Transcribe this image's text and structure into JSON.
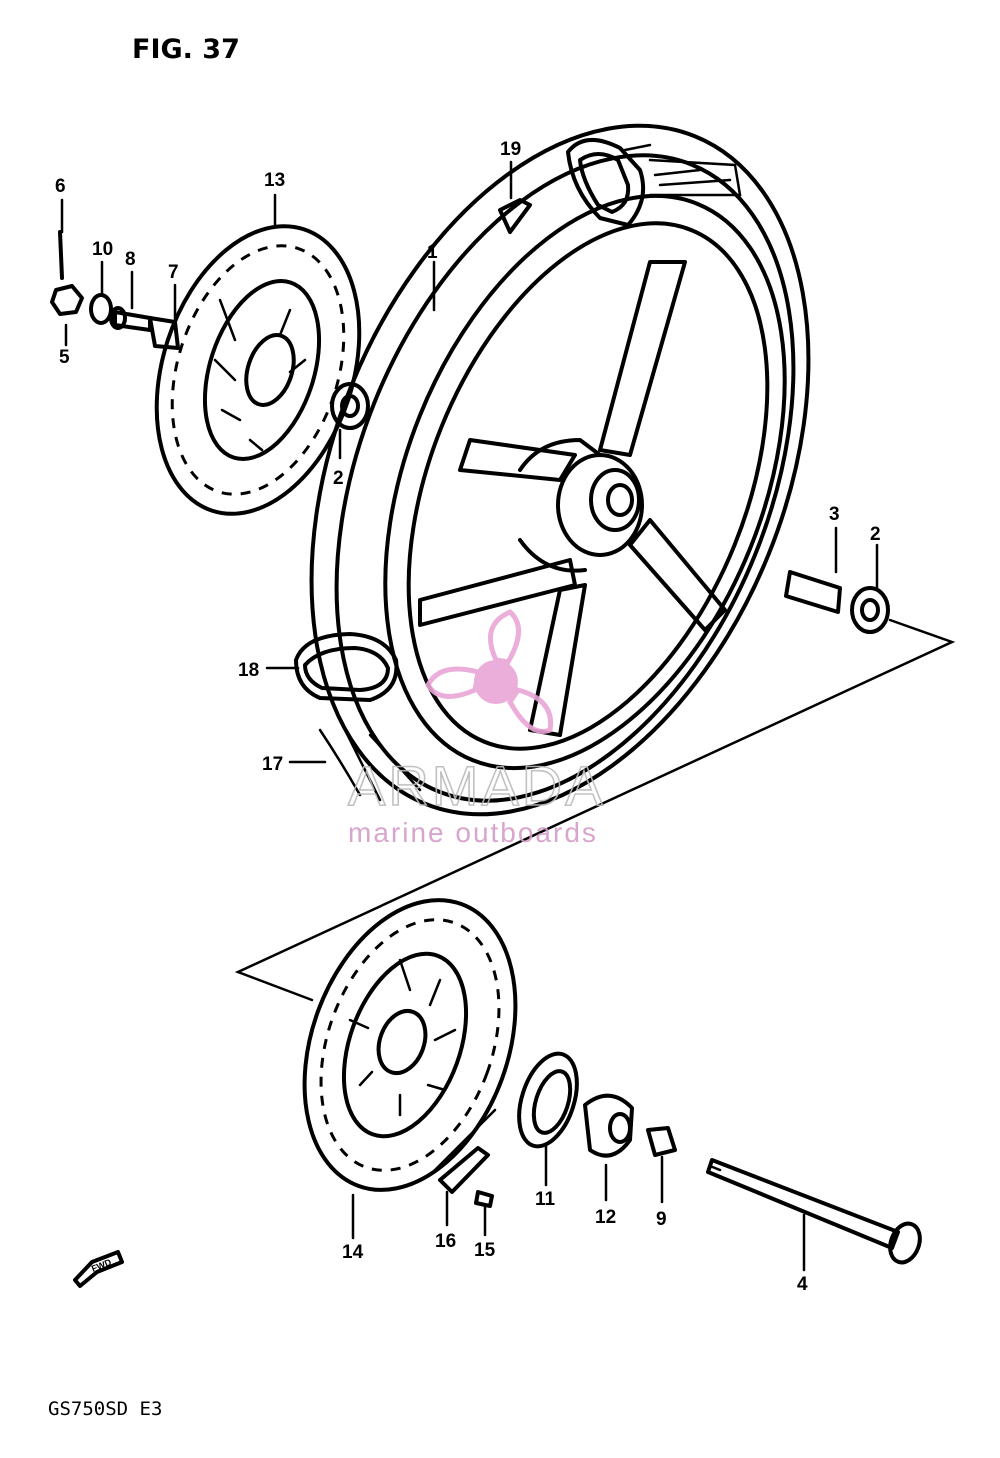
{
  "figure": {
    "title": "FIG. 37"
  },
  "model_code": "GS750SD  E3",
  "fwd_arrow": "FWD",
  "watermark": {
    "brand": "ARMADA",
    "tagline": "marine outboards",
    "logo_color": "#e9a6d6"
  },
  "callouts": {
    "c1": "1",
    "c2a": "2",
    "c2b": "2",
    "c3": "3",
    "c4": "4",
    "c5": "5",
    "c6": "6",
    "c7": "7",
    "c8": "8",
    "c9": "9",
    "c10": "10",
    "c11": "11",
    "c12": "12",
    "c13": "13",
    "c14": "14",
    "c15": "15",
    "c16": "16",
    "c17": "17",
    "c18": "18",
    "c19": "19"
  }
}
